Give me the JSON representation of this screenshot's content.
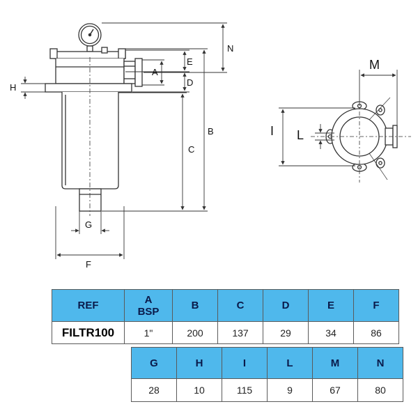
{
  "diagram": {
    "labels": {
      "N": "N",
      "E": "E",
      "A": "A",
      "D": "D",
      "H": "H",
      "B": "B",
      "C": "C",
      "G": "G",
      "F": "F",
      "M": "M",
      "I": "I",
      "L": "L"
    }
  },
  "table": {
    "row1_headers": {
      "ref": "REF",
      "a_line1": "A",
      "a_line2": "BSP",
      "b": "B",
      "c": "C",
      "d": "D",
      "e": "E",
      "f": "F"
    },
    "row1_values": {
      "ref": "FILTR100",
      "a": "1\"",
      "b": "200",
      "c": "137",
      "d": "29",
      "e": "34",
      "f": "86"
    },
    "row2_headers": {
      "g": "G",
      "h": "H",
      "i": "I",
      "l": "L",
      "m": "M",
      "n": "N"
    },
    "row2_values": {
      "g": "28",
      "h": "10",
      "i": "115",
      "l": "9",
      "m": "67",
      "n": "80"
    }
  },
  "colors": {
    "header_bg": "#4fb8ec",
    "header_text": "#0a1a4a",
    "line": "#333333"
  }
}
